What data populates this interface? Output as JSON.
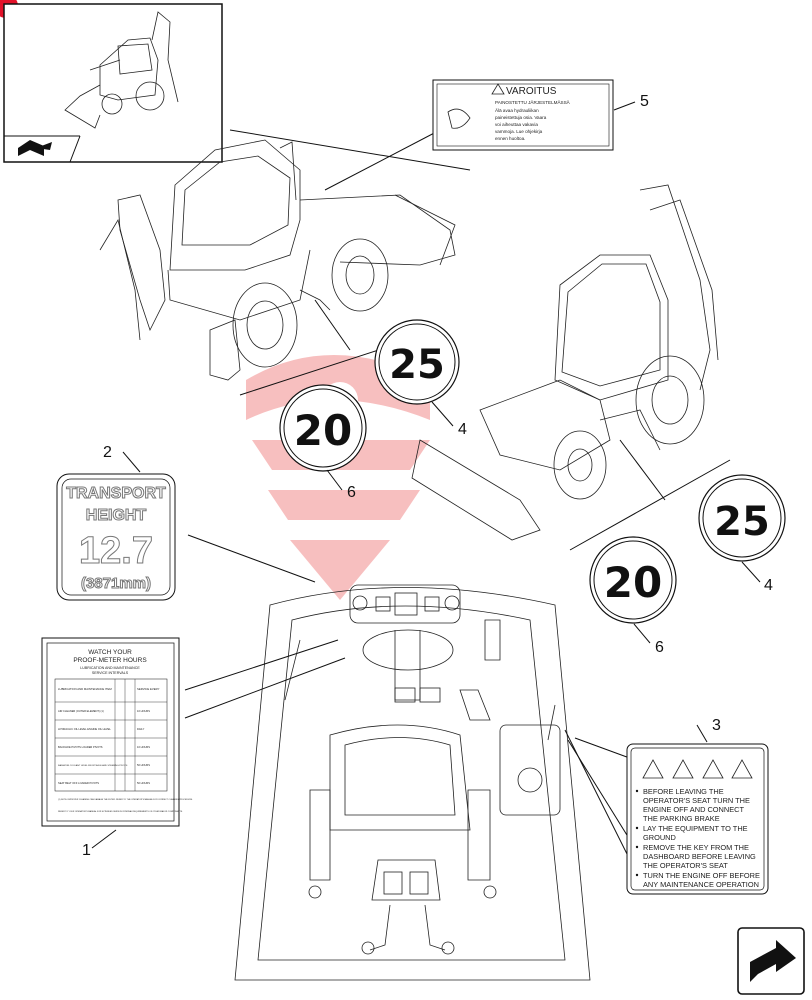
{
  "callouts": {
    "c1": "1",
    "c2": "2",
    "c3": "3",
    "c4a": "4",
    "c4b": "4",
    "c5": "5",
    "c6a": "6",
    "c6b": "6"
  },
  "speed_decals": {
    "d25a": "25",
    "d20a": "20",
    "d25b": "25",
    "d20b": "20"
  },
  "transport_decal": {
    "line1": "TRANSPORT",
    "line2": "HEIGHT",
    "value": "12.7",
    "metric": "(3871mm)"
  },
  "varoitus_decal": {
    "title": "VAROITUS",
    "subtitle": "PAINOSTETTU JÄRJESTELMÄSSÄ",
    "body": [
      "Älä avaa hydrauliikan",
      "paineistettuja osia. Vaara",
      "voi aiheuttaa vakavia",
      "vammoja. Lue ohjekirja",
      "ennen huoltoa."
    ]
  },
  "service_decal": {
    "title1": "WATCH YOUR",
    "title2": "PROOF-METER HOURS",
    "subtitle1": "LUBRICATION AND MAINTENANCE",
    "subtitle2": "SERVICE INTERVALS",
    "header_left": "LUBRICATION AND MAINTENANCE ITEM",
    "header_right": "SERVICE EVERY",
    "rows": [
      {
        "item": "AIR CLEANER (OUTER ELEMENT) (1)",
        "interval": "10 HOURS"
      },
      {
        "item": "HYDRAULIC OIL LEVEL ENGINE OIL LEVEL",
        "interval": "DAILY"
      },
      {
        "item": "BACKHOE PIVOTS LOADER PIVOTS",
        "interval": "10 HOURS"
      },
      {
        "item": "RADIATOR COOLANT LEVEL FRONT AXLE AND STEERING PIVOTS",
        "interval": "50 HOURS"
      },
      {
        "item": "SEAT BELT OFF LOADER PIVOTS",
        "interval": "50 HOURS"
      }
    ],
    "footer1": "(1) NOTE: IMPROPER CLEANING CAN DAMAGE THE FILTER. REFER TO THE OPERATOR'S MANUAL FOR CORRECT CLEANING PROCEDURE.",
    "footer2": "REFER TO YOUR OPERATOR'S MANUAL FOR EXTENDED SERVICE INTERVAL REQUIREMENTS OF OTHER MAJOR COMPONENTS."
  },
  "safety_decal": {
    "items": [
      "BEFORE LEAVING THE",
      "OPERATOR'S SEAT TURN THE",
      "ENGINE OFF AND CONNECT",
      "THE PARKING BRAKE",
      "LAY THE EQUIPMENT TO THE",
      "GROUND",
      "REMOVE THE KEY FROM THE",
      "DASHBOARD BEFORE LEAVING",
      "THE OPERATOR'S SEAT",
      "TURN THE ENGINE OFF BEFORE",
      "ANY MAINTENANCE OPERATION"
    ]
  },
  "colors": {
    "watermark": "#f28b8b",
    "corner_badge": "#e3132a",
    "ink": "#111111"
  },
  "icons": {
    "thumbnail_icon": "book-arrow-icon",
    "next_icon": "next-page-arrow-icon"
  }
}
